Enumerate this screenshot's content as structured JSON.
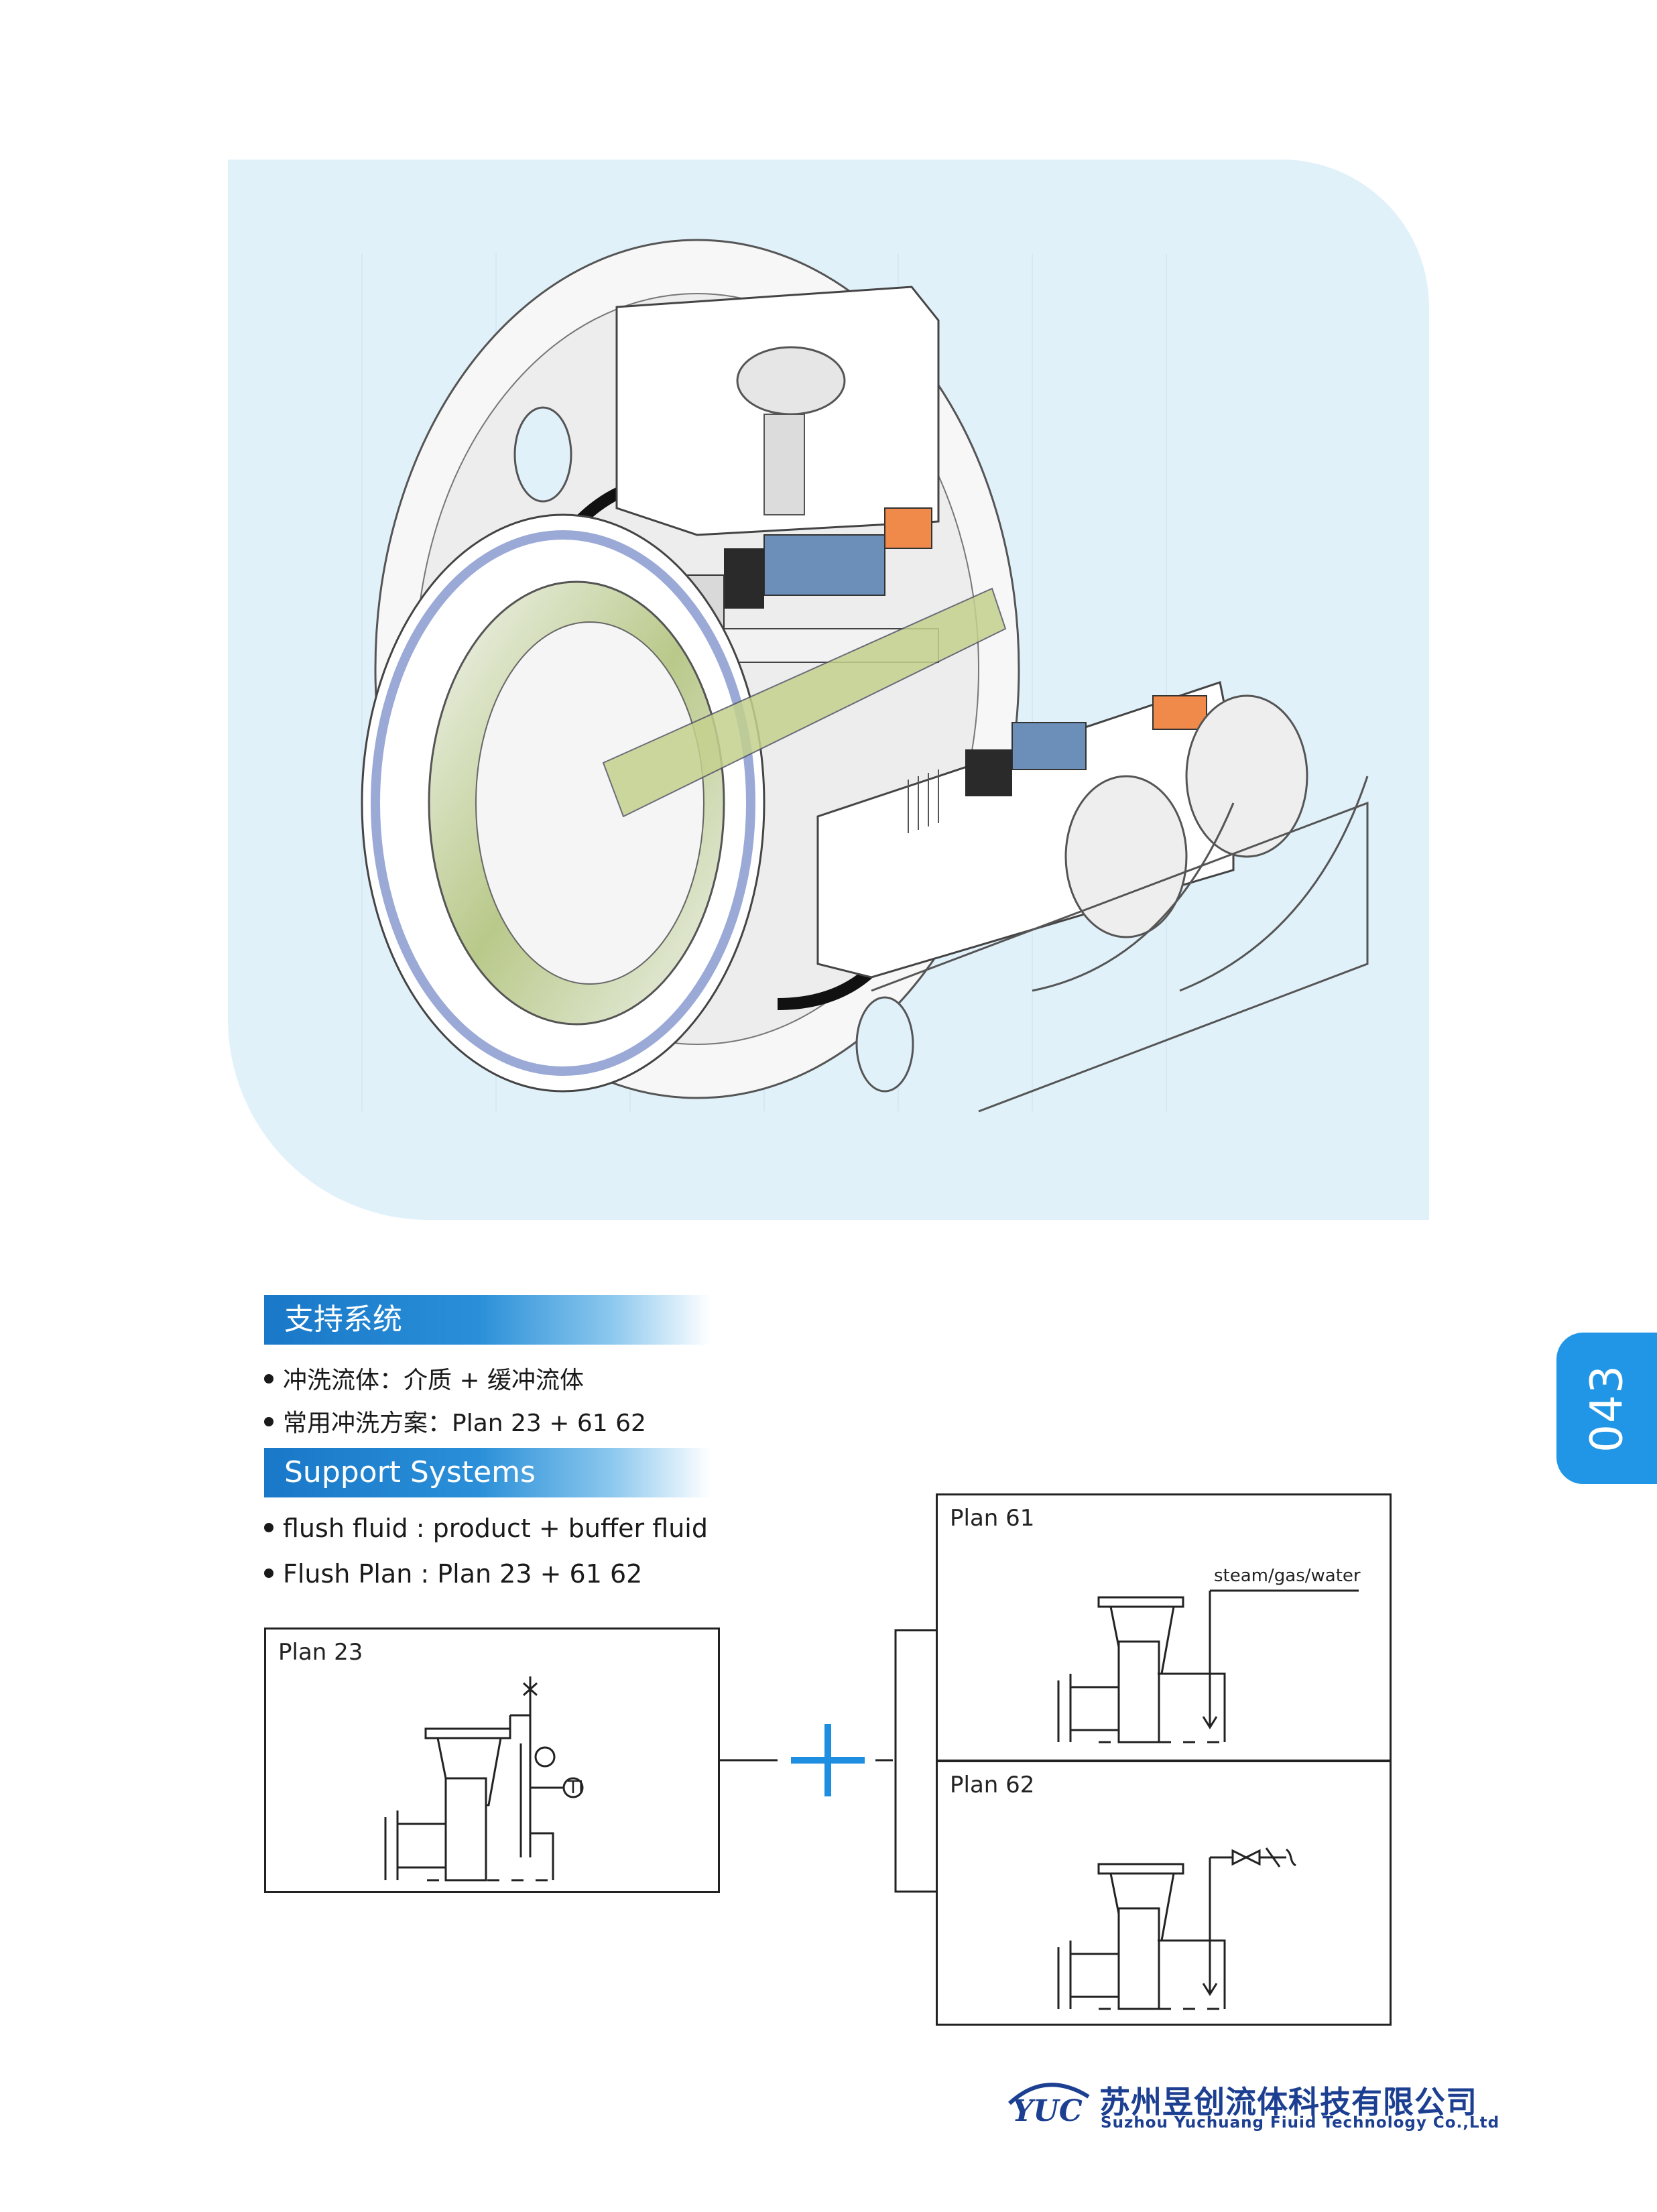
{
  "section_cn": {
    "title": "支持系统",
    "bullets": [
      "冲洗流体：介质  + 缓冲流体",
      "常用冲洗方案：Plan 23 +  61 62"
    ]
  },
  "section_en": {
    "title": "Support Systems",
    "bullets": [
      "flush fluid :  product + buffer fluid",
      "Flush Plan : Plan 23 + 61 62"
    ]
  },
  "page_number": "043",
  "plans": {
    "plan23": {
      "title": "Plan 23",
      "gauge_label": "TI"
    },
    "plan61": {
      "title": "Plan 61",
      "note": "steam/gas/water"
    },
    "plan62": {
      "title": "Plan 62"
    }
  },
  "footer": {
    "logo_text": "YUC",
    "company_cn": "苏州昱创流体科技有限公司",
    "company_en": "Suzhou Yuchuang Fiuid Technology Co.,Ltd"
  },
  "colors": {
    "accent_blue": "#2196e6",
    "brand_navy": "#1c3f91",
    "hero_bg": "#e1f1fa",
    "highlight_orange": "#f08a4b",
    "seal_blue": "#6b8fb8"
  }
}
